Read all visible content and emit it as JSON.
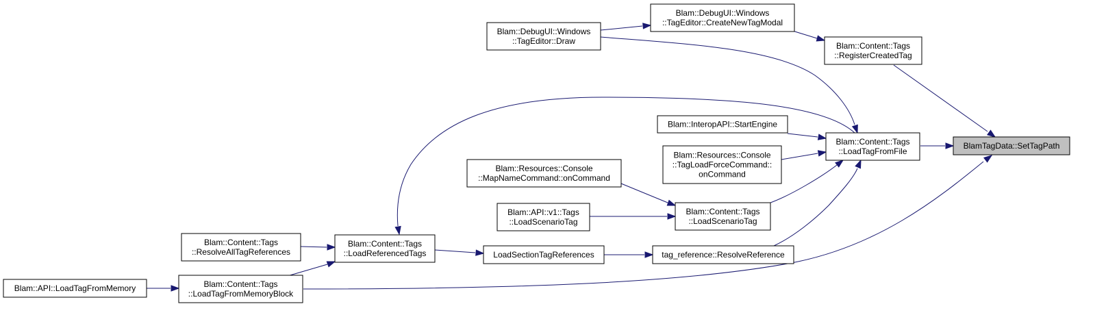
{
  "graph": {
    "nodes": {
      "set_tag_path": {
        "lines": [
          "BlamTagData::SetTagPath"
        ],
        "target": true
      },
      "register_created_tag": {
        "lines": [
          "Blam::Content::Tags",
          "::RegisterCreatedTag"
        ]
      },
      "load_tag_from_file": {
        "lines": [
          "Blam::Content::Tags",
          "::LoadTagFromFile"
        ]
      },
      "create_new_tag_modal": {
        "lines": [
          "Blam::DebugUI::Windows",
          "::TagEditor::CreateNewTagModal"
        ]
      },
      "tag_editor_draw": {
        "lines": [
          "Blam::DebugUI::Windows",
          "::TagEditor::Draw"
        ]
      },
      "start_engine": {
        "lines": [
          "Blam::InteropAPI::StartEngine"
        ]
      },
      "tag_load_force_command": {
        "lines": [
          "Blam::Resources::Console",
          "::TagLoadForceCommand::",
          "onCommand"
        ]
      },
      "load_scenario_tag": {
        "lines": [
          "Blam::Content::Tags",
          "::LoadScenarioTag"
        ]
      },
      "map_name_command": {
        "lines": [
          "Blam::Resources::Console",
          "::MapNameCommand::onCommand"
        ]
      },
      "api_load_scenario_tag": {
        "lines": [
          "Blam::API::v1::Tags",
          "::LoadScenarioTag"
        ]
      },
      "resolve_reference": {
        "lines": [
          "tag_reference::ResolveReference"
        ]
      },
      "load_section_tag_references": {
        "lines": [
          "LoadSectionTagReferences"
        ]
      },
      "load_referenced_tags": {
        "lines": [
          "Blam::Content::Tags",
          "::LoadReferencedTags"
        ]
      },
      "resolve_all_tag_references": {
        "lines": [
          "Blam::Content::Tags",
          "::ResolveAllTagReferences"
        ]
      },
      "load_tag_from_memory_block": {
        "lines": [
          "Blam::Content::Tags",
          "::LoadTagFromMemoryBlock"
        ]
      },
      "api_load_tag_from_memory": {
        "lines": [
          "Blam::API::LoadTagFromMemory"
        ]
      }
    },
    "edges": [
      {
        "from": "register_created_tag",
        "to": "set_tag_path"
      },
      {
        "from": "load_tag_from_file",
        "to": "set_tag_path"
      },
      {
        "from": "load_tag_from_memory_block",
        "to": "set_tag_path"
      },
      {
        "from": "create_new_tag_modal",
        "to": "register_created_tag"
      },
      {
        "from": "tag_editor_draw",
        "to": "create_new_tag_modal"
      },
      {
        "from": "tag_editor_draw",
        "to": "load_tag_from_file"
      },
      {
        "from": "start_engine",
        "to": "load_tag_from_file"
      },
      {
        "from": "tag_load_force_command",
        "to": "load_tag_from_file"
      },
      {
        "from": "load_scenario_tag",
        "to": "load_tag_from_file"
      },
      {
        "from": "resolve_reference",
        "to": "load_tag_from_file"
      },
      {
        "from": "load_tag_from_file",
        "to": "load_referenced_tags"
      },
      {
        "from": "map_name_command",
        "to": "load_scenario_tag"
      },
      {
        "from": "api_load_scenario_tag",
        "to": "load_scenario_tag"
      },
      {
        "from": "load_section_tag_references",
        "to": "resolve_reference"
      },
      {
        "from": "load_referenced_tags",
        "to": "load_section_tag_references"
      },
      {
        "from": "resolve_all_tag_references",
        "to": "load_referenced_tags"
      },
      {
        "from": "load_tag_from_memory_block",
        "to": "load_referenced_tags"
      },
      {
        "from": "api_load_tag_from_memory",
        "to": "load_tag_from_memory_block"
      }
    ]
  }
}
